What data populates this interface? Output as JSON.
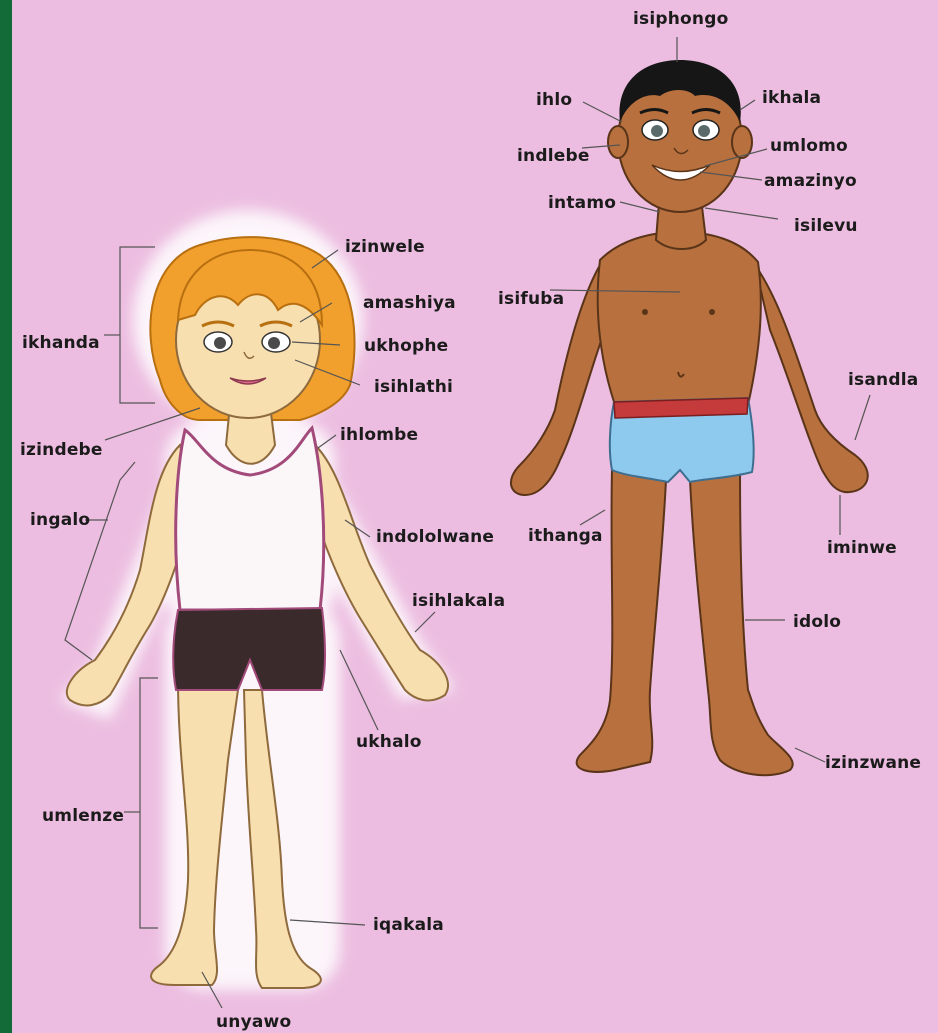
{
  "labels": {
    "isiphongo": "isiphongo",
    "ihlo": "ihlo",
    "ikhala": "ikhala",
    "indlebe": "indlebe",
    "umlomo": "umlomo",
    "amazinyo": "amazinyo",
    "intamo": "intamo",
    "isilevu": "isilevu",
    "izinwele": "izinwele",
    "amashiya": "amashiya",
    "isifuba": "isifuba",
    "ikhanda": "ikhanda",
    "ukhophe": "ukhophe",
    "isihlathi": "isihlathi",
    "isandla": "isandla",
    "izindebe": "izindebe",
    "ihlombe": "ihlombe",
    "ingalo": "ingalo",
    "indololwane": "indololwane",
    "ithanga": "ithanga",
    "iminwe": "iminwe",
    "isihlakala": "isihlakala",
    "idolo": "idolo",
    "ukhalo": "ukhalo",
    "izinzwane": "izinzwane",
    "umlenze": "umlenze",
    "iqakala": "iqakala",
    "unyawo": "unyawo"
  },
  "colors": {
    "frame": "#136b38",
    "background": "#ecbde0",
    "boy_skin": "#b8703e",
    "girl_skin": "#f7dfb0",
    "girl_hair": "#f1a02d",
    "boy_shorts": "#8ec9ee",
    "boy_waistband": "#c53a3a",
    "girl_shorts": "#3b2a2c",
    "girl_vest": "#fbf7f9"
  }
}
